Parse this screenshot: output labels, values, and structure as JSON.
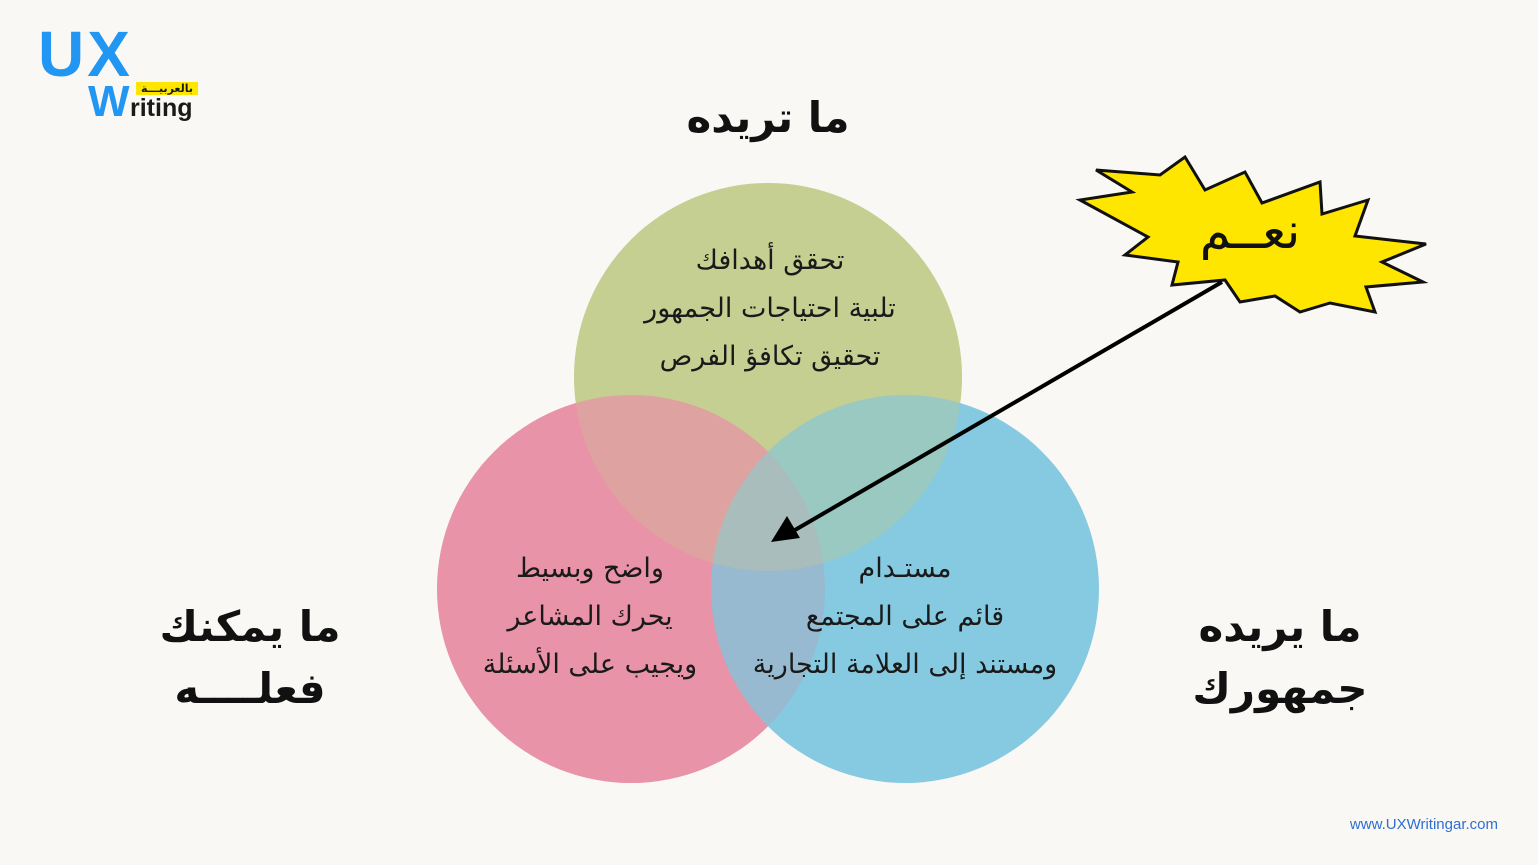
{
  "logo": {
    "ux": "UX",
    "w": "W",
    "riting": "riting",
    "arabic": "بالعربيـــة"
  },
  "sets": {
    "top": {
      "title": "ما تريده",
      "lines": [
        "تحقق أهدافك",
        "تلبية احتياجات الجمهور",
        "تحقيق تكافؤ الفرص"
      ],
      "color": "#c5cf93"
    },
    "left": {
      "title_lines": [
        "ما يمكنك",
        "فعلــــه"
      ],
      "lines": [
        "واضح وبسيط",
        "يحرك المشاعر",
        "ويجيب على الأسئلة"
      ],
      "color": "#e893a8"
    },
    "right": {
      "title_lines": [
        "ما يريده",
        "جمهورك"
      ],
      "lines": [
        "مستـدام",
        "قائم على المجتمع",
        "ومستند إلى العلامة التجارية"
      ],
      "color": "#7cc6df"
    }
  },
  "callout": {
    "label": "نعــم",
    "color": "#ffe600"
  },
  "footer": {
    "url": "www.UXWritingar.com"
  }
}
